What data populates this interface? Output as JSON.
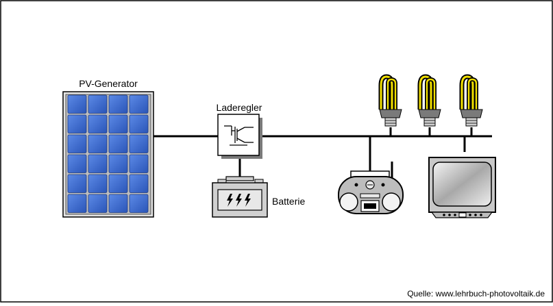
{
  "labels": {
    "pv_generator": "PV-Generator",
    "charge_controller": "Laderegler",
    "battery": "Batterie",
    "source": "Quelle: www.lehrbuch-photovoltaik.de"
  },
  "colors": {
    "cell_fill": "#3f6fd1",
    "panel_frame": "#d8d8d8",
    "bulb_glow": "#f2e000",
    "tv_screen": "#c8c8c8",
    "battery_body": "#d0d0d0"
  },
  "components": {
    "pv_generator": {
      "icon": "solar-panel-icon",
      "cell_rows": 6,
      "cell_cols": 4
    },
    "charge_controller": {
      "icon": "charge-controller-icon"
    },
    "battery": {
      "icon": "battery-icon"
    },
    "loads": [
      {
        "icon": "energy-saving-lamp-icon"
      },
      {
        "icon": "energy-saving-lamp-icon"
      },
      {
        "icon": "energy-saving-lamp-icon"
      },
      {
        "icon": "radio-icon"
      },
      {
        "icon": "television-icon"
      }
    ]
  }
}
